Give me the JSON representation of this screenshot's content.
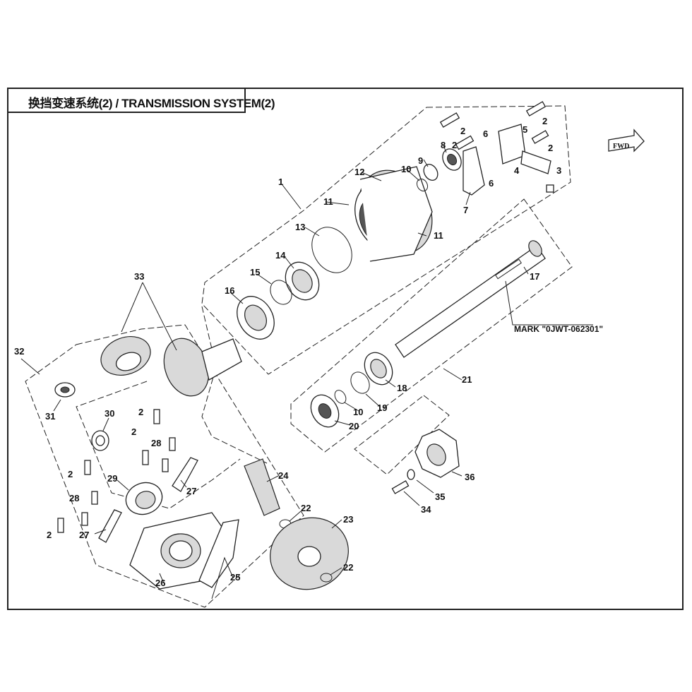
{
  "header": {
    "title": "换挡变速系统(2) / TRANSMISSION SYSTEM(2)"
  },
  "fwd_label": "FWD",
  "mark_label": "MARK \"0JWT-062301\"",
  "callouts": {
    "c1": "1",
    "c2a": "2",
    "c2b": "2",
    "c2c": "2",
    "c2d": "2",
    "c3": "3",
    "c4": "4",
    "c5": "5",
    "c6a": "6",
    "c6b": "6",
    "c7": "7",
    "c8": "8",
    "c9": "9",
    "c10a": "10",
    "c11a": "11",
    "c11b": "11",
    "c12": "12",
    "c13": "13",
    "c14": "14",
    "c15": "15",
    "c16": "16",
    "c17": "17",
    "c18": "18",
    "c19": "19",
    "c10b": "10",
    "c20": "20",
    "c21": "21",
    "c22a": "22",
    "c22b": "22",
    "c23": "23",
    "c24": "24",
    "c25": "25",
    "c26": "26",
    "c27a": "27",
    "c27b": "27",
    "c28a": "28",
    "c28b": "28",
    "c29": "29",
    "c30": "30",
    "c31": "31",
    "c32": "32",
    "c33": "33",
    "c34": "34",
    "c35": "35",
    "c36": "36",
    "c2e": "2",
    "c2f": "2",
    "c2g": "2",
    "c2h": "2"
  }
}
